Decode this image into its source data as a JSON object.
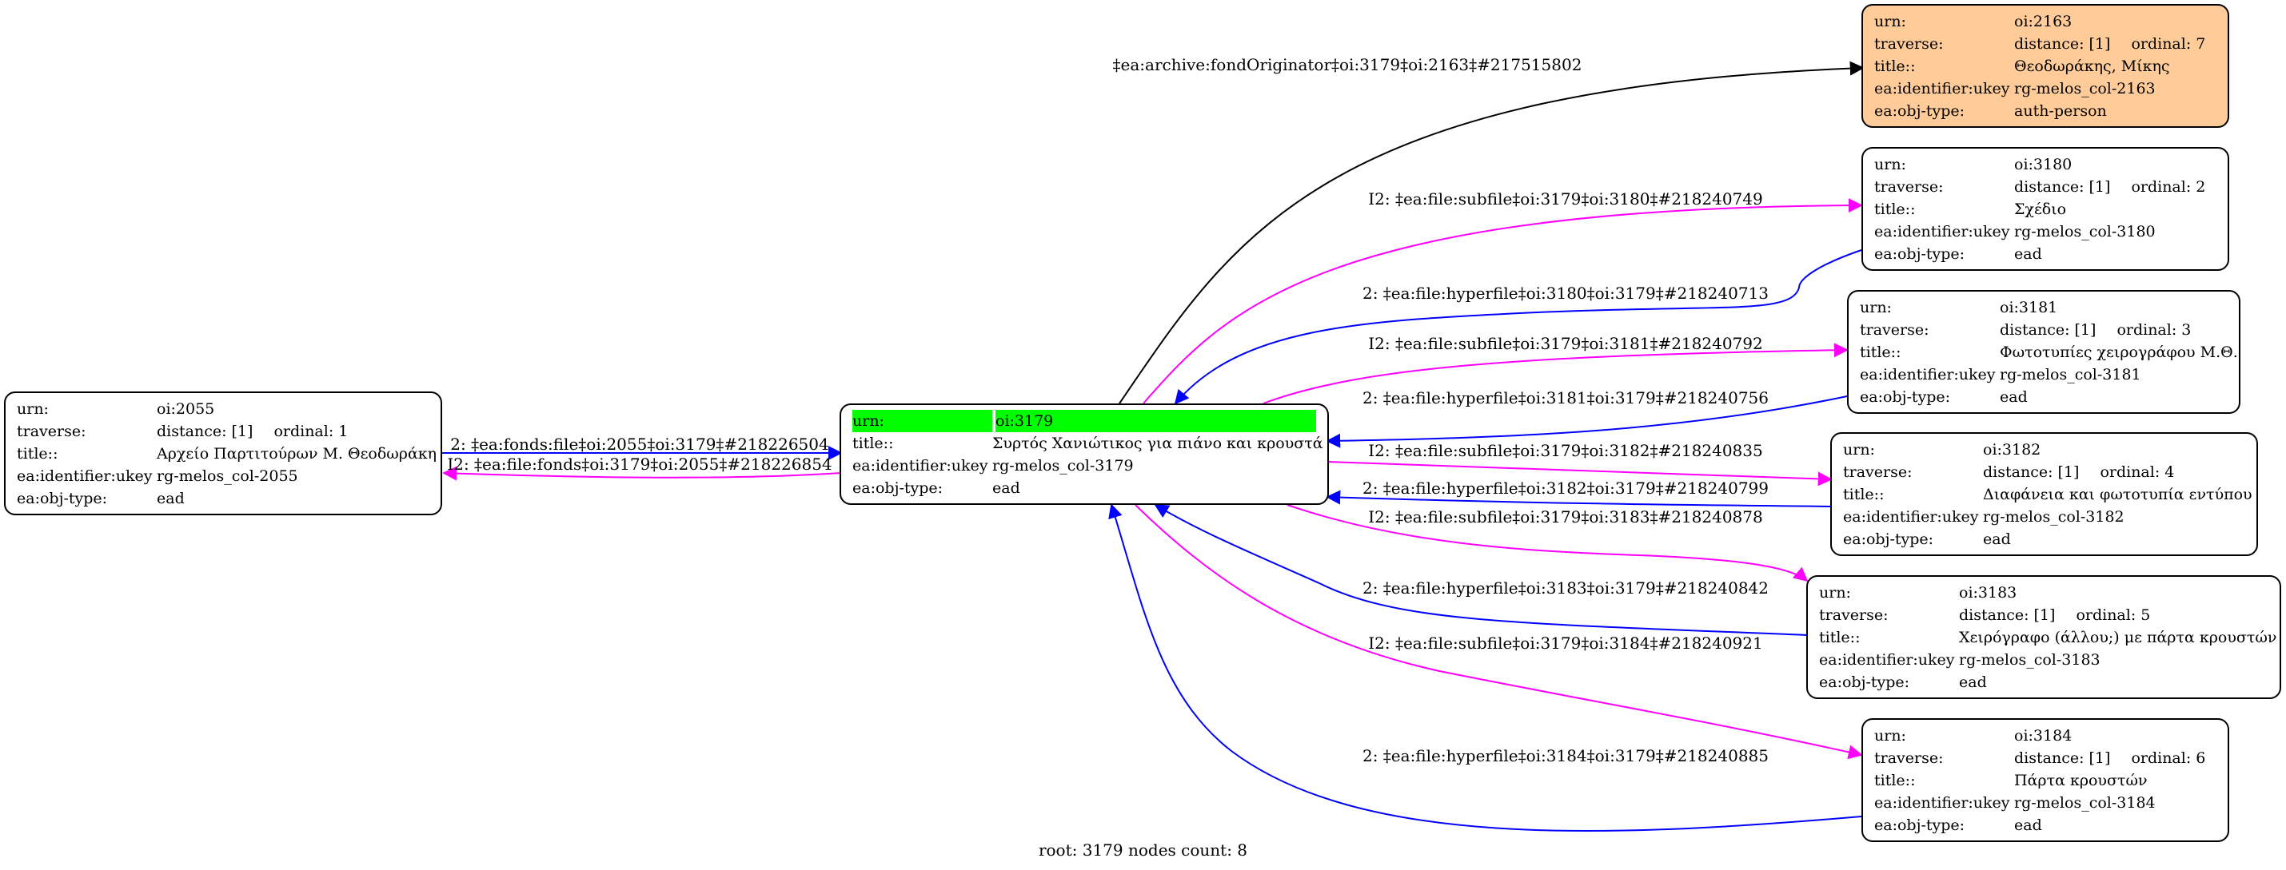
{
  "colors": {
    "black": "#000000",
    "magenta": "#ff00ff",
    "blue": "#0000ff",
    "root_highlight": "#00ff00",
    "related_fill": "#ffcc99"
  },
  "root_node": {
    "rows": [
      {
        "k": "urn:",
        "v": "oi:3179"
      },
      {
        "k": "title::",
        "v": "Συρτός Χανιώτικος για πιάνο και κρουστά"
      },
      {
        "k": "ea:identifier:ukey",
        "v": "rg-melos_col-3179"
      },
      {
        "k": "ea:obj-type:",
        "v": "ead"
      }
    ]
  },
  "nodes": [
    {
      "id": "n2163",
      "urn": "oi:2163",
      "distance": "distance: [1]",
      "ordinal": "ordinal: 7",
      "title": "Θεοδωράκης, Μίκης",
      "ukey": "rg-melos_col-2163",
      "objtype": "auth-person"
    },
    {
      "id": "n3180",
      "urn": "oi:3180",
      "distance": "distance: [1]",
      "ordinal": "ordinal: 2",
      "title": "Σχέδιο",
      "ukey": "rg-melos_col-3180",
      "objtype": "ead"
    },
    {
      "id": "n3181",
      "urn": "oi:3181",
      "distance": "distance: [1]",
      "ordinal": "ordinal: 3",
      "title": "Φωτοτυπίες χειρογράφου Μ.Θ.",
      "ukey": "rg-melos_col-3181",
      "objtype": "ead"
    },
    {
      "id": "n3182",
      "urn": "oi:3182",
      "distance": "distance: [1]",
      "ordinal": "ordinal: 4",
      "title": "Διαφάνεια και φωτοτυπία εντύπου",
      "ukey": "rg-melos_col-3182",
      "objtype": "ead"
    },
    {
      "id": "n3183",
      "urn": "oi:3183",
      "distance": "distance: [1]",
      "ordinal": "ordinal: 5",
      "title": "Χειρόγραφο (άλλου;) με πάρτα κρουστών",
      "ukey": "rg-melos_col-3183",
      "objtype": "ead"
    },
    {
      "id": "n3184",
      "urn": "oi:3184",
      "distance": "distance: [1]",
      "ordinal": "ordinal: 6",
      "title": "Πάρτα κρουστών",
      "ukey": "rg-melos_col-3184",
      "objtype": "ead"
    },
    {
      "id": "n2055",
      "urn": "oi:2055",
      "distance": "distance: [1]",
      "ordinal": "ordinal: 1",
      "title": "Αρχείο Παρτιτούρων Μ. Θεοδωράκη",
      "ukey": "rg-melos_col-2055",
      "objtype": "ead"
    }
  ],
  "row_keys": {
    "urn": "urn:",
    "traverse": "traverse:",
    "title": "title::",
    "ukey": "ea:identifier:ukey",
    "objtype": "ea:obj-type:"
  },
  "edges": [
    {
      "label": "‡ea:archive:fondOriginator‡oi:3179‡oi:2163‡#217515802",
      "color": "black"
    },
    {
      "label": "I2: ‡ea:file:subfile‡oi:3179‡oi:3180‡#218240749",
      "color": "magenta"
    },
    {
      "label": "2: ‡ea:file:hyperfile‡oi:3180‡oi:3179‡#218240713",
      "color": "blue"
    },
    {
      "label": "I2: ‡ea:file:subfile‡oi:3179‡oi:3181‡#218240792",
      "color": "magenta"
    },
    {
      "label": "2: ‡ea:file:hyperfile‡oi:3181‡oi:3179‡#218240756",
      "color": "blue"
    },
    {
      "label": "I2: ‡ea:file:subfile‡oi:3179‡oi:3182‡#218240835",
      "color": "magenta"
    },
    {
      "label": "2: ‡ea:file:hyperfile‡oi:3182‡oi:3179‡#218240799",
      "color": "blue"
    },
    {
      "label": "I2: ‡ea:file:subfile‡oi:3179‡oi:3183‡#218240878",
      "color": "magenta"
    },
    {
      "label": "2: ‡ea:file:hyperfile‡oi:3183‡oi:3179‡#218240842",
      "color": "blue"
    },
    {
      "label": "I2: ‡ea:file:subfile‡oi:3179‡oi:3184‡#218240921",
      "color": "magenta"
    },
    {
      "label": "2: ‡ea:file:hyperfile‡oi:3184‡oi:3179‡#218240885",
      "color": "blue"
    },
    {
      "label": "2: ‡ea:fonds:file‡oi:2055‡oi:3179‡#218226504",
      "color": "blue"
    },
    {
      "label": "I2: ‡ea:file:fonds‡oi:3179‡oi:2055‡#218226854",
      "color": "magenta"
    }
  ],
  "footer": "root: 3179 nodes count: 8"
}
